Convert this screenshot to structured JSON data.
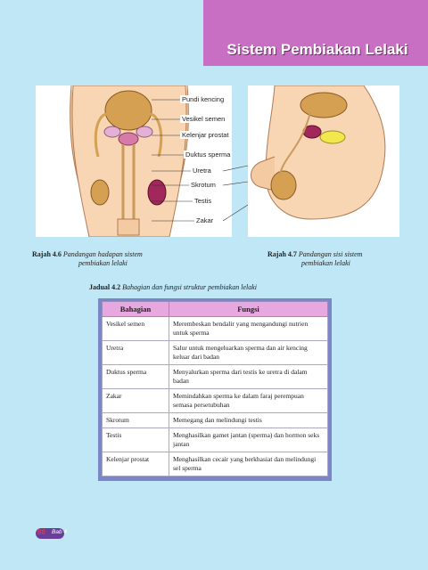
{
  "header": {
    "title": "Sistem Pembiakan Lelaki"
  },
  "labels": [
    "Pundi kencing",
    "Vesikel semen",
    "Kelenjar prostat",
    "Duktus sperma",
    "Uretra",
    "Skrotum",
    "Testis",
    "Zakar"
  ],
  "figures": {
    "front": {
      "num": "Rajah 4.6",
      "text1": "Pandangan hadapan sistem",
      "text2": "pembiakan lelaki"
    },
    "side": {
      "num": "Rajah 4.7",
      "text1": "Pandangan sisi sistem",
      "text2": "pembiakan lelaki"
    }
  },
  "table": {
    "num": "Jadual 4.2",
    "caption": "Bahagian dan fungsi struktur pembiakan lelaki",
    "headers": [
      "Bahagian",
      "Fungsi"
    ],
    "rows": [
      [
        "Vesikel semen",
        "Merembeskan bendalir yang mengandungi nutrien untuk sperma"
      ],
      [
        "Uretra",
        "Salur untuk mengeluarkan sperma dan air kencing keluar dari badan"
      ],
      [
        "Duktus sperma",
        "Menyalurkan sperma dari testis ke uretra di dalam badan"
      ],
      [
        "Zakar",
        "Memindahkan sperma ke dalam faraj perempuan semasa persetubuhan"
      ],
      [
        "Skrotum",
        "Memegang dan melindungi testis"
      ],
      [
        "Testis",
        "Menghasilkan gamet jantan (sperma) dan hormon seks jantan"
      ],
      [
        "Kelenjar prostat",
        "Menghasilkan cecair yang berkhasiat dan melindungi sel sperma"
      ]
    ]
  },
  "footer": {
    "page": "88",
    "chapter": "Bab 4"
  }
}
